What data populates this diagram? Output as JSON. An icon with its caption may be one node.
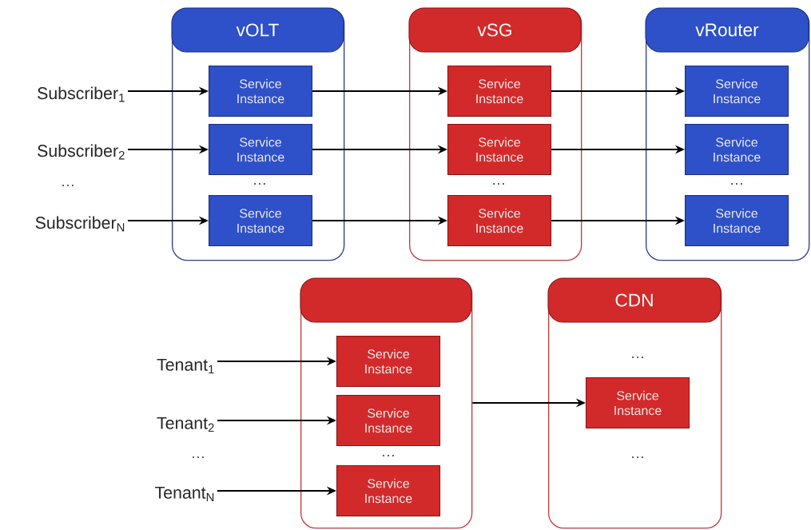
{
  "diagram": {
    "nodes": [
      {
        "text": [
          "Subscriber$_{1}$"
        ]
      },
      {
        "text": [
          "Subscriber$_{2}$"
        ]
      },
      {
        "text": [
          "Subscriber$_{N}$"
        ]
      },
      {
        "text": [
          "vOLT"
        ]
      },
      {
        "text": [
          "Service Instance"
        ],
        "in": 3
      },
      {
        "text": [
          "Service Instance"
        ],
        "in": 3
      },
      {
        "text": [
          "Service Instance"
        ],
        "in": 3
      },
      {
        "text": [
          "vSG"
        ]
      },
      {
        "text": [
          "Service Instance"
        ],
        "in": 7
      },
      {
        "text": [
          "Service Instance"
        ],
        "in": 7
      },
      {
        "text": [
          "Service Instance"
        ],
        "in": 7
      },
      {
        "text": [
          "vRouter"
        ]
      },
      {
        "text": [
          "Service Instance"
        ],
        "in": 11
      },
      {
        "text": [
          "Service Instance"
        ],
        "in": 11
      },
      {
        "text": [
          "Service Instance"
        ],
        "in": 11
      },
      {
        "text": [
          "Tenant$_{1}$"
        ]
      },
      {
        "text": [
          "Tenant$_{2}$"
        ]
      },
      {
        "text": [
          "Tenant$_{N}$"
        ]
      },
      {
        "text": [],
        "shape": "box"
      },
      {
        "text": [
          "Service Instance"
        ],
        "in": 18
      },
      {
        "text": [
          "Service Instance"
        ],
        "in": 18
      },
      {
        "text": [
          "Service Instance"
        ],
        "in": 18
      },
      {
        "text": [
          "CDN"
        ]
      },
      {
        "text": [
          "Service Instance"
        ],
        "in": 22
      }
    ],
    "edges": [
      {
        "from": 0,
        "to": 4,
        "arrow": "to"
      },
      {
        "from": 1,
        "to": 5,
        "arrow": "to"
      },
      {
        "from": 2,
        "to": 6,
        "arrow": "to"
      },
      {
        "from": 4,
        "to": 8,
        "arrow": "to"
      },
      {
        "from": 5,
        "to": 9,
        "arrow": "to"
      },
      {
        "from": 6,
        "to": 10,
        "arrow": "to"
      },
      {
        "from": 8,
        "to": 12,
        "arrow": "to"
      },
      {
        "from": 9,
        "to": 13,
        "arrow": "to"
      },
      {
        "from": 10,
        "to": 14,
        "arrow": "to"
      },
      {
        "from": 15,
        "to": 19,
        "arrow": "to"
      },
      {
        "from": 16,
        "to": 20,
        "arrow": "to"
      },
      {
        "from": 17,
        "to": 21,
        "arrow": "to"
      },
      {
        "from": 18,
        "to": 23,
        "arrow": "to"
      }
    ],
    "labels": [
      "…",
      "…",
      "…",
      "…",
      "…",
      "…",
      "…",
      "…"
    ]
  }
}
